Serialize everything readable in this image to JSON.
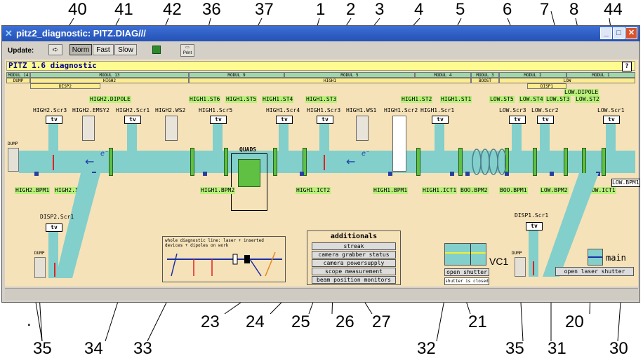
{
  "callouts": {
    "top": [
      "40",
      "41",
      "42",
      "36",
      "37",
      "1",
      "2",
      "3",
      "4",
      "5",
      "6",
      "7",
      "8",
      "44"
    ],
    "bottom": [
      ".",
      "35",
      "34",
      "33",
      "23",
      "24",
      "25",
      "26",
      "27",
      "32",
      "21",
      "35",
      "31",
      "20",
      "30"
    ]
  },
  "window": {
    "title": "pitz2_diagnostic: PITZ.DIAG///",
    "minimize": "_",
    "maximize": "□",
    "close": "✕"
  },
  "toolbar": {
    "update_label": "Update:",
    "modes": [
      "Norm",
      "Fast",
      "Slow"
    ],
    "selected_mode": "Norm",
    "print_label": "Print"
  },
  "diagram": {
    "header": "PITZ 1.6 diagnostic",
    "help": "?",
    "modules": [
      "MODUL 14",
      "MODUL 13",
      "MODUL 9",
      "MODUL 5",
      "MODUL 4",
      "MODUL 3",
      "MODUL 2",
      "MODUL 1"
    ],
    "sections": [
      "DUMP",
      "HIGH2",
      "HIGH1",
      "BOOST",
      "LOW"
    ],
    "disp_sections": [
      "DISP2",
      "DISP1"
    ],
    "labels_top": {
      "high2_dipole": "HIGH2.DIPOLE",
      "high1_st6": "HIGH1.ST6",
      "high1_st5": "HIGH1.ST5",
      "high1_st4": "HIGH1.ST4",
      "high1_st3": "HIGH1.ST3",
      "high1_st2": "HIGH1.ST2",
      "high1_st1": "HIGH1.ST1",
      "low_st5": "LOW.ST5",
      "low_st4": "LOW.ST4",
      "low_st3": "LOW.ST3",
      "low_dipole": "LOW.DIPOLE",
      "low_st2": "LOW.ST2",
      "high2_scr3": "HIGH2.Scr3",
      "high2_emsy2": "HIGH2.EMSY2",
      "high2_scr1": "HIGH2.Scr1",
      "high2_ws2": "HIGH2.WS2",
      "high1_scr5": "HIGH1.Scr5",
      "high1_scr4": "HIGH1.Scr4",
      "high1_scr3": "HIGH1.Scr3",
      "high1_ws1": "HIGH1.WS1",
      "high1_scr2": "HIGH1.Scr2",
      "high1_scr1": "HIGH1.Scr1",
      "low_scr3": "LOW.Scr3",
      "low_scr2": "LOW.Scr2",
      "low_scr1": "LOW.Scr1",
      "quads": "QUADS",
      "dump": "DUMP",
      "tv": "tv"
    },
    "labels_bottom": {
      "high2_bpm1": "HIGH2.BPM1",
      "high2_ict1": "HIGH2.ICT1",
      "high1_bpm2": "HIGH1.BPM2",
      "high1_ict2": "HIGH1.ICT2",
      "high1_bpm1": "HIGH1.BPM1",
      "high1_ict1": "HIGH1.ICT1",
      "boo_bpm2": "BOO.BPM2",
      "boo_bpm1": "BOO.BPM1",
      "low_bpm2": "LOW.BPM2",
      "low_ict1": "LOW.ICT1",
      "low_bpm1": "LOW.BPM1"
    },
    "disp2_scr1": "DISP2.Scr1",
    "disp1_scr1": "DISP1.Scr1",
    "electron": "e⁻",
    "laser_note": "whole diagnostic line: laser + inserted devices + dipoles on work",
    "additionals": {
      "title": "additionals",
      "items": [
        "streak",
        "camera grabber status",
        "camera powersupply",
        "scope measurement",
        "beam position monitors"
      ]
    },
    "vc1": {
      "label": "VC1",
      "button": "open shutter",
      "status": "shutter is closed"
    },
    "main": {
      "label": "main",
      "button": "open laser shutter"
    }
  }
}
